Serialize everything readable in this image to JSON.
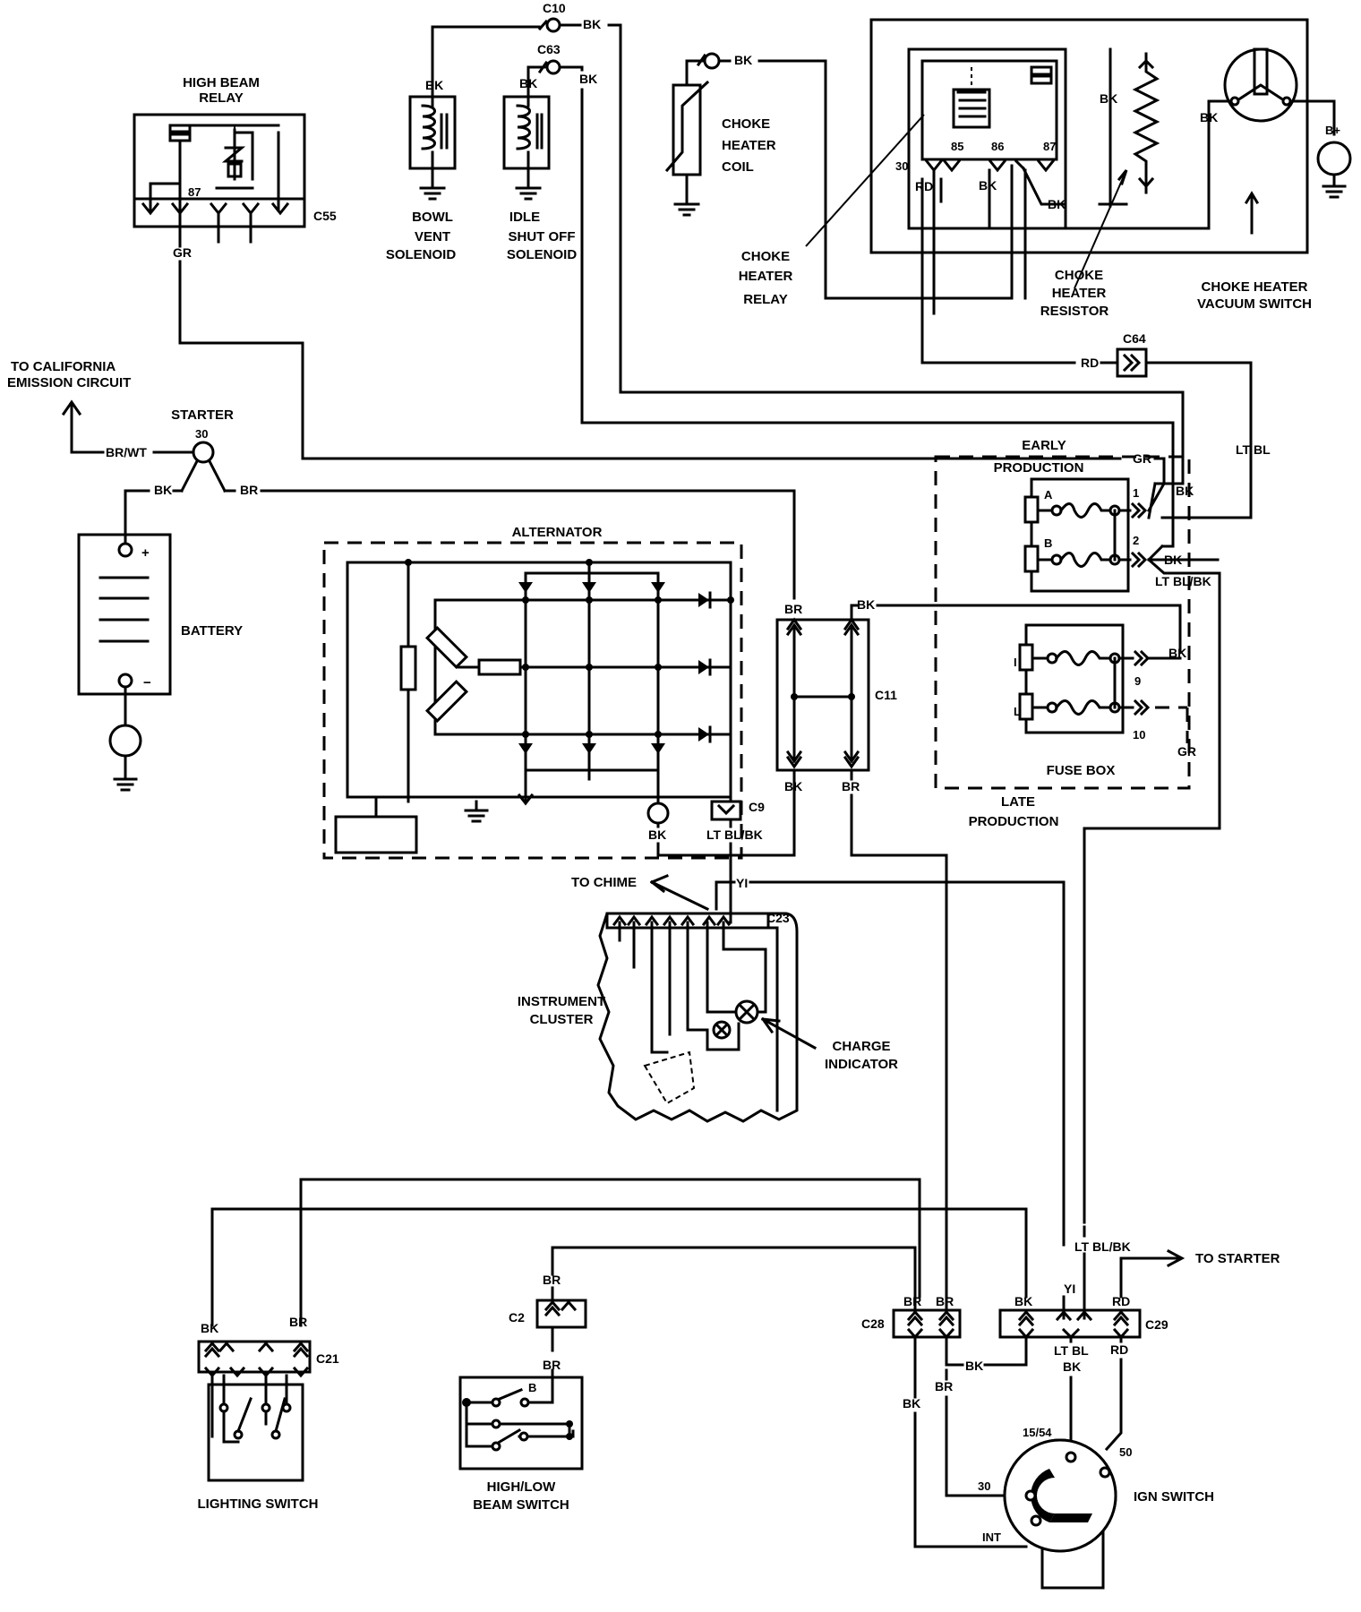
{
  "components": {
    "high_beam_relay": [
      "HIGH BEAM",
      "RELAY"
    ],
    "bowl_vent_solenoid": [
      "BOWL",
      "VENT",
      "SOLENOID"
    ],
    "idle_shutoff_solenoid": [
      "IDLE",
      "SHUT  OFF",
      "SOLENOID"
    ],
    "choke_heater_coil": [
      "CHOKE",
      "HEATER",
      "COIL"
    ],
    "choke_heater_relay": [
      "CHOKE",
      "HEATER",
      "RELAY"
    ],
    "choke_heater_resistor": [
      "CHOKE",
      "HEATER",
      "RESISTOR"
    ],
    "choke_heater_vacuum_switch": [
      "CHOKE HEATER",
      "VACUUM SWITCH"
    ],
    "to_california": [
      "TO CALIFORNIA",
      "EMISSION CIRCUIT"
    ],
    "starter": "STARTER",
    "battery": "BATTERY",
    "alternator": "ALTERNATOR",
    "early_production": [
      "EARLY",
      "PRODUCTION"
    ],
    "late_production": [
      "LATE",
      "PRODUCTION"
    ],
    "fuse_box": "FUSE BOX",
    "to_chime": "TO CHIME",
    "instrument_cluster": [
      "INSTRUMENT",
      "CLUSTER"
    ],
    "charge_indicator": [
      "CHARGE",
      "INDICATOR"
    ],
    "to_starter": "TO STARTER",
    "lighting_switch": "LIGHTING SWITCH",
    "high_low_beam_switch": [
      "HIGH/LOW",
      "BEAM SWITCH"
    ],
    "ign_switch": "IGN SWITCH"
  },
  "connectors": {
    "c10": "C10",
    "c63": "C63",
    "c55": "C55",
    "c64": "C64",
    "c11": "C11",
    "c9": "C9",
    "c23": "C23",
    "c2": "C2",
    "c21": "C21",
    "c28": "C28",
    "c29": "C29"
  },
  "wire_colors": {
    "bk": "BK",
    "gr": "GR",
    "rd": "RD",
    "br": "BR",
    "br_wt": "BR/WT",
    "lt_bl": "LT BL",
    "lt_bl_bk": "LT BL/BK",
    "yl": "YI"
  },
  "terminals": {
    "t30": "30",
    "t85": "85",
    "t86": "86",
    "t87": "87",
    "t1": "1",
    "t2": "2",
    "t9": "9",
    "t10": "10",
    "a": "A",
    "b": "B",
    "i": "I",
    "l": "L",
    "t15_54": "15/54",
    "t50": "50",
    "int": "INT",
    "plus": "+",
    "minus": "−",
    "b_plus": "B+"
  }
}
